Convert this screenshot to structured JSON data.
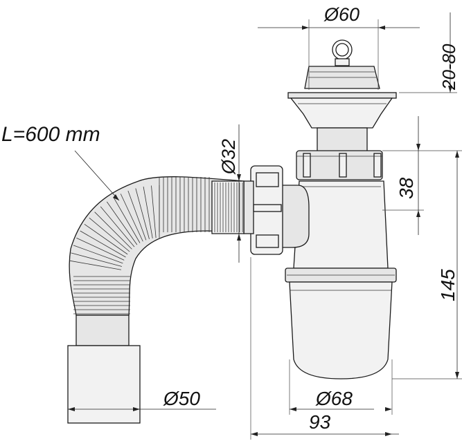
{
  "labels": {
    "hose_length": "L=600 mm",
    "outlet_diameter": "Ø32",
    "strainer_diameter": "Ø60",
    "thread_length": "20-80",
    "connector_height": "38",
    "trap_height": "145",
    "pipe_diameter": "Ø50",
    "cup_diameter": "Ø68",
    "overall_width": "93"
  }
}
